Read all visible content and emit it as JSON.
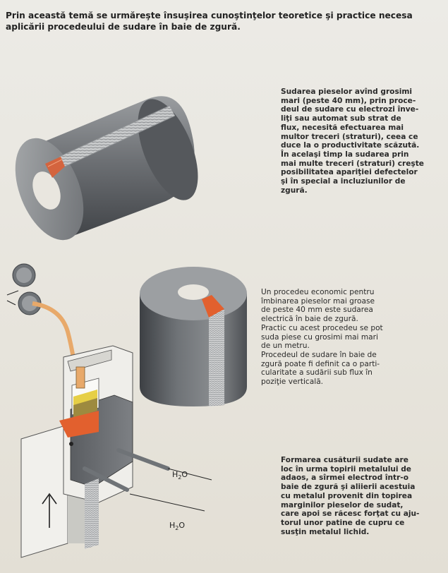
{
  "intro": {
    "line1": "Prin această temă se urmăreşte însuşirea cunoştinţelor teoretice şi practice necesa",
    "line2": "aplicării procedeului de sudare în baie de zgură."
  },
  "paragraph1": [
    "Sudarea pieselor avînd grosimi",
    "mari (peste 40 mm), prin proce-",
    "deul de sudare cu electrozi înve-",
    "liţi sau automat sub strat de",
    "flux, necesită efectuarea mai",
    "multor treceri (straturi), ceea ce",
    "duce la o productivitate scăzută.",
    "În acelaşi timp la sudarea prin",
    "mai multe treceri (straturi) creşte",
    "posibilitatea apariţiei defectelor",
    "şi în special a incluziunilor de",
    "zgură."
  ],
  "paragraph2": [
    "Un procedeu economic pentru",
    "îmbinarea pieselor mai groase",
    "de peste 40 mm este sudarea",
    "electrică în baie de zgură.",
    "Practic cu acest procedeu se pot",
    "suda piese cu grosimi mai mari",
    "de un metru.",
    "Procedeul de sudare în baie de",
    "zgură poate fi definit ca o parti-",
    "cularitate a sudării sub flux în",
    "poziţie verticală."
  ],
  "paragraph3": [
    "Formarea cusăturii sudate are",
    "loc în urma topirii metalului de",
    "adaos, a sîrmei electrod într-o",
    "baie de zgură şi aliierii acestuia",
    "cu metalul provenit din topirea",
    "marginilor pieselor de sudat,",
    "care apoi se răcesc forţat cu aju-",
    "torul unor patine de cupru ce",
    "susţin metalul lichid."
  ],
  "labels": {
    "water1_main": "H",
    "water1_sub": "2",
    "water1_end": "O",
    "water2_main": "H",
    "water2_sub": "2",
    "water2_end": "O"
  },
  "colors": {
    "steel": "#6f7377",
    "steel_dark": "#4a4d51",
    "steel_light": "#b8bbbd",
    "weld_orange": "#e2602e",
    "wire": "#e8a96a",
    "slag_yellow": "#e6cf46"
  }
}
